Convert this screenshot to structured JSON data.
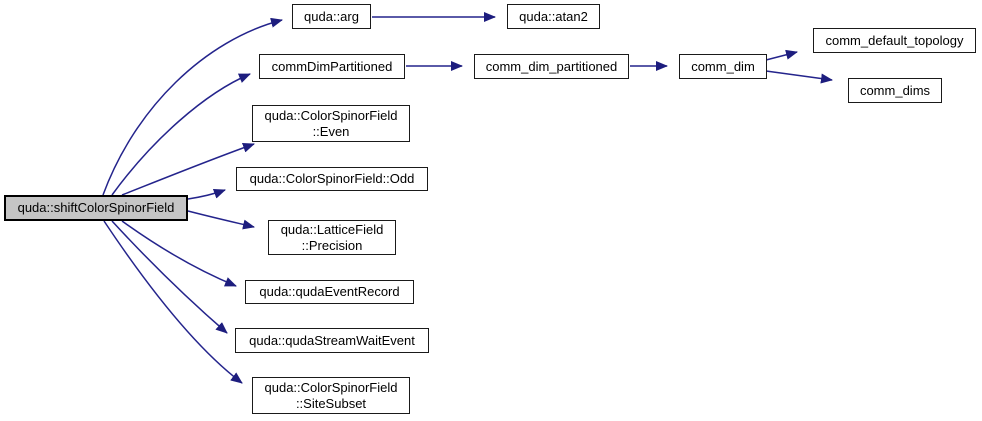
{
  "diagram": {
    "type": "call-graph",
    "colors": {
      "background": "#ffffff",
      "edge": "#24248c",
      "arrow": "#1d1d7e",
      "node_fill": "#ffffff",
      "node_border": "#1a1a1a",
      "highlight_fill": "#c5c5c5",
      "highlight_border": "#000000",
      "text": "#000000"
    },
    "nodes": [
      {
        "id": "shiftColorSpinorField",
        "label": "quda::shiftColorSpinorField",
        "highlighted": true
      },
      {
        "id": "arg",
        "label": "quda::arg",
        "highlighted": false
      },
      {
        "id": "atan2",
        "label": "quda::atan2",
        "highlighted": false
      },
      {
        "id": "commDimPartitioned",
        "label": "commDimPartitioned",
        "highlighted": false
      },
      {
        "id": "comm_dim_partitioned",
        "label": "comm_dim_partitioned",
        "highlighted": false
      },
      {
        "id": "comm_dim",
        "label": "comm_dim",
        "highlighted": false
      },
      {
        "id": "comm_default_topology",
        "label": "comm_default_topology",
        "highlighted": false
      },
      {
        "id": "comm_dims",
        "label": "comm_dims",
        "highlighted": false
      },
      {
        "id": "ColorSpinorField-Even",
        "label": "quda::ColorSpinorField\n::Even",
        "highlighted": false
      },
      {
        "id": "ColorSpinorField-Odd",
        "label": "quda::ColorSpinorField::Odd",
        "highlighted": false
      },
      {
        "id": "LatticeField-Precision",
        "label": "quda::LatticeField\n::Precision",
        "highlighted": false
      },
      {
        "id": "qudaEventRecord",
        "label": "quda::qudaEventRecord",
        "highlighted": false
      },
      {
        "id": "qudaStreamWaitEvent",
        "label": "quda::qudaStreamWaitEvent",
        "highlighted": false
      },
      {
        "id": "ColorSpinorField-SiteSubset",
        "label": "quda::ColorSpinorField\n::SiteSubset",
        "highlighted": false
      }
    ],
    "edges": [
      {
        "from": "quda::shiftColorSpinorField",
        "to": "quda::arg"
      },
      {
        "from": "quda::shiftColorSpinorField",
        "to": "commDimPartitioned"
      },
      {
        "from": "quda::shiftColorSpinorField",
        "to": "quda::ColorSpinorField::Even"
      },
      {
        "from": "quda::shiftColorSpinorField",
        "to": "quda::ColorSpinorField::Odd"
      },
      {
        "from": "quda::shiftColorSpinorField",
        "to": "quda::LatticeField::Precision"
      },
      {
        "from": "quda::shiftColorSpinorField",
        "to": "quda::qudaEventRecord"
      },
      {
        "from": "quda::shiftColorSpinorField",
        "to": "quda::qudaStreamWaitEvent"
      },
      {
        "from": "quda::shiftColorSpinorField",
        "to": "quda::ColorSpinorField::SiteSubset"
      },
      {
        "from": "quda::arg",
        "to": "quda::atan2"
      },
      {
        "from": "commDimPartitioned",
        "to": "comm_dim_partitioned"
      },
      {
        "from": "comm_dim_partitioned",
        "to": "comm_dim"
      },
      {
        "from": "comm_dim",
        "to": "comm_default_topology"
      },
      {
        "from": "comm_dim",
        "to": "comm_dims"
      }
    ]
  }
}
